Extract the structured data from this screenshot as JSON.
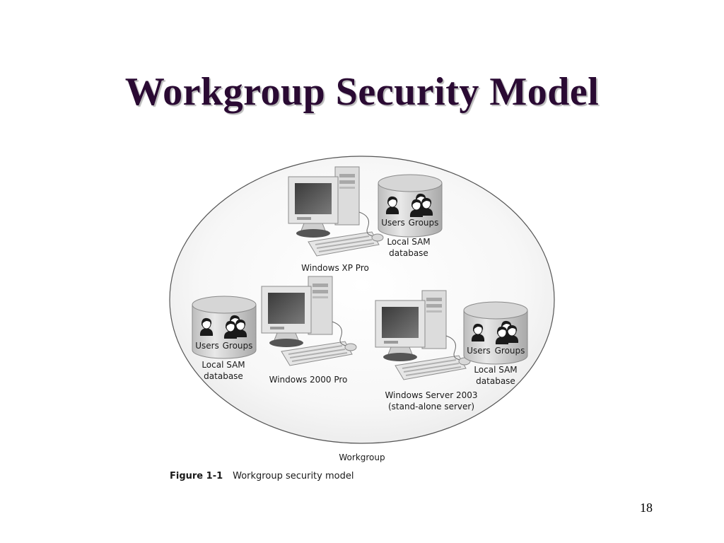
{
  "slide": {
    "title": "Workgroup Security Model",
    "page_number": "18"
  },
  "diagram": {
    "group_label": "Workgroup",
    "computers": [
      {
        "name": "Windows XP Pro",
        "database": {
          "users": "Users",
          "groups": "Groups",
          "label_line1": "Local SAM",
          "label_line2": "database"
        }
      },
      {
        "name": "Windows 2000 Pro",
        "database": {
          "users": "Users",
          "groups": "Groups",
          "label_line1": "Local SAM",
          "label_line2": "database"
        }
      },
      {
        "name_line1": "Windows Server 2003",
        "name_line2": "(stand-alone server)",
        "database": {
          "users": "Users",
          "groups": "Groups",
          "label_line1": "Local SAM",
          "label_line2": "database"
        }
      }
    ]
  },
  "caption": {
    "figure_number": "Figure 1-1",
    "text": "Workgroup security model"
  },
  "colors": {
    "title": "#2a0a33",
    "ellipse_fill": "#f4f4f4",
    "device_fill": "#e2e2e2"
  }
}
